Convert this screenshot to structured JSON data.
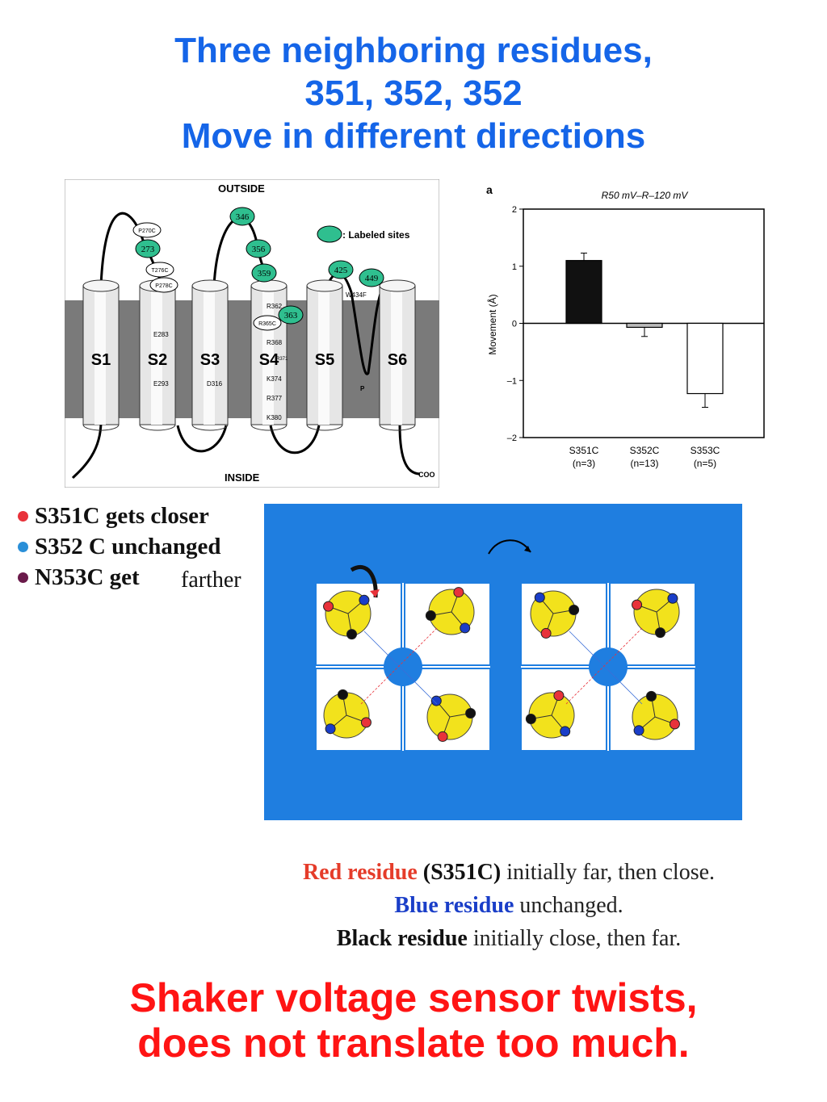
{
  "title": {
    "line1": "Three neighboring residues,",
    "line2": "351, 352, 352",
    "line3": "Move in different directions"
  },
  "topology": {
    "outside": "OUTSIDE",
    "inside": "INSIDE",
    "cooh": "COO",
    "segments": [
      "S1",
      "S2",
      "S3",
      "S4",
      "S5",
      "S6"
    ],
    "labeled_sites_legend": ": Labeled sites",
    "labeled_sites": [
      "273",
      "346",
      "356",
      "359",
      "363",
      "425",
      "449"
    ],
    "unlabeled_sites": [
      "P270C",
      "T276C",
      "P278C",
      "R365C"
    ],
    "residues": [
      "E283",
      "E293",
      "D316",
      "R362",
      "R368",
      "R371",
      "K374",
      "R377",
      "K380",
      "W434F",
      "P"
    ]
  },
  "chart_data": {
    "type": "bar",
    "panel_label": "a",
    "title": "R50 mV–R–120 mV",
    "ylabel": "Movement (Å)",
    "ylim": [
      -2,
      2
    ],
    "yticks": [
      "2",
      "1",
      "0",
      "–1",
      "–2"
    ],
    "categories": [
      "S351C",
      "S352C",
      "S353C"
    ],
    "category_n": [
      "(n=3)",
      "(n=13)",
      "(n=5)"
    ],
    "values": [
      1.1,
      -0.07,
      -1.23
    ],
    "errors": [
      0.13,
      0.16,
      0.24
    ],
    "bar_colors": [
      "#111111",
      "#bbbbbb",
      "#ffffff"
    ]
  },
  "legend": {
    "items": [
      {
        "label": "S351C gets closer",
        "color": "#e8323a"
      },
      {
        "label": "S352 C unchanged",
        "color": "#2a8fd8"
      },
      {
        "label": "N353C get",
        "color": "#6a1a4a"
      }
    ],
    "extra": "farther"
  },
  "mechanism": {
    "background": "#1f7ee0",
    "colors": {
      "red": "#e8323a",
      "blue": "#1a3ec8",
      "black": "#111111",
      "yellow": "#f2e21c"
    }
  },
  "notes": {
    "line1_red": "Red residue",
    "line1_bold": "(S351C)",
    "line1_rest": "initially far, then close.",
    "line2_blue": "Blue residue",
    "line2_rest": "unchanged.",
    "line3_black": "Black residue",
    "line3_rest": "initially close, then far."
  },
  "conclusion": {
    "line1": "Shaker voltage sensor twists,",
    "line2": "does not translate too much."
  }
}
